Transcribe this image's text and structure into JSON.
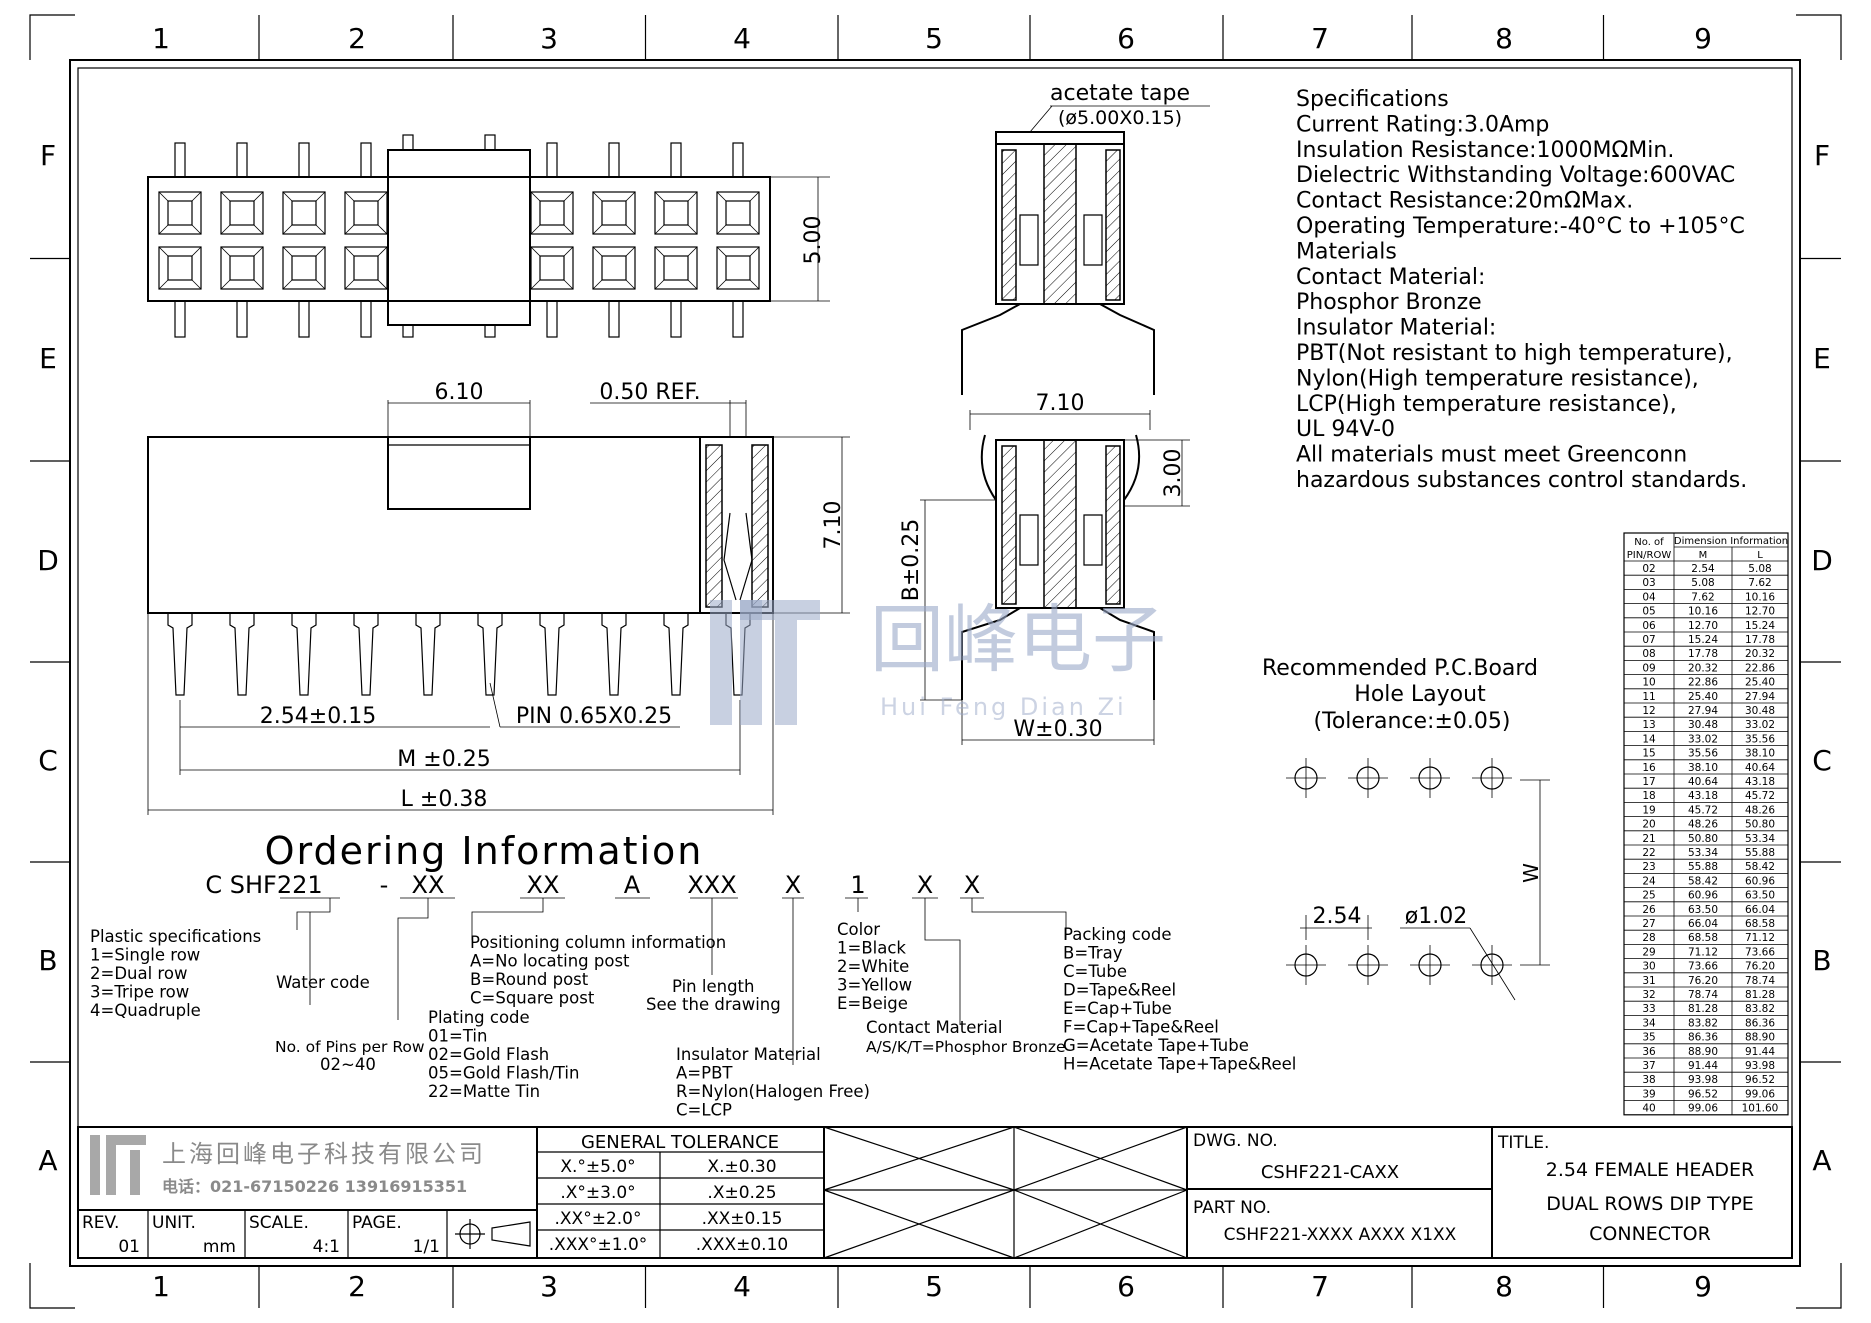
{
  "grid": {
    "cols": [
      "1",
      "2",
      "3",
      "4",
      "5",
      "6",
      "7",
      "8",
      "9"
    ],
    "rows": [
      "F",
      "E",
      "D",
      "C",
      "B",
      "A"
    ]
  },
  "watermark": {
    "cn": "回峰电子",
    "pinyin": "Hui Feng Dian Zi"
  },
  "dims": {
    "height": "5.00",
    "width_610": "6.10",
    "ref": "0.50 REF.",
    "height_710": "7.10",
    "pitch": "2.54±0.15",
    "pin": "PIN 0.65X0.25",
    "m": "M ±0.25",
    "l": "L ±0.38",
    "side_w": "7.10",
    "side_300": "3.00",
    "side_b": "B±0.25",
    "side_wt": "W±0.30",
    "tape": "acetate tape",
    "tape_dim": "(ø5.00X0.15)"
  },
  "specs": [
    "Specifications",
    "Current Rating:3.0Amp",
    "Insulation Resistance:1000MΩMin.",
    "Dielectric Withstanding Voltage:600VAC",
    "Contact Resistance:20mΩMax.",
    "Operating Temperature:-40°C to +105°C",
    "Materials",
    "Contact Material:",
    "Phosphor Bronze",
    "Insulator Material:",
    "PBT(Not resistant to high temperature),",
    "Nylon(High temperature resistance),",
    "LCP(High temperature resistance),",
    "UL 94V-0",
    "All materials must meet Greenconn",
    "hazardous substances control standards."
  ],
  "pcb": {
    "title1": "Recommended P.C.Board",
    "title2": "Hole Layout",
    "title3": "(Tolerance:±0.05)",
    "pitch": "2.54",
    "hole": "ø1.02",
    "w": "W"
  },
  "dim_table": {
    "header_left": [
      "No. of",
      "PIN/ROW"
    ],
    "header_group": "Dimension Information",
    "header_m": "M",
    "header_l": "L",
    "rows": [
      [
        "02",
        "2.54",
        "5.08"
      ],
      [
        "03",
        "5.08",
        "7.62"
      ],
      [
        "04",
        "7.62",
        "10.16"
      ],
      [
        "05",
        "10.16",
        "12.70"
      ],
      [
        "06",
        "12.70",
        "15.24"
      ],
      [
        "07",
        "15.24",
        "17.78"
      ],
      [
        "08",
        "17.78",
        "20.32"
      ],
      [
        "09",
        "20.32",
        "22.86"
      ],
      [
        "10",
        "22.86",
        "25.40"
      ],
      [
        "11",
        "25.40",
        "27.94"
      ],
      [
        "12",
        "27.94",
        "30.48"
      ],
      [
        "13",
        "30.48",
        "33.02"
      ],
      [
        "14",
        "33.02",
        "35.56"
      ],
      [
        "15",
        "35.56",
        "38.10"
      ],
      [
        "16",
        "38.10",
        "40.64"
      ],
      [
        "17",
        "40.64",
        "43.18"
      ],
      [
        "18",
        "43.18",
        "45.72"
      ],
      [
        "19",
        "45.72",
        "48.26"
      ],
      [
        "20",
        "48.26",
        "50.80"
      ],
      [
        "21",
        "50.80",
        "53.34"
      ],
      [
        "22",
        "53.34",
        "55.88"
      ],
      [
        "23",
        "55.88",
        "58.42"
      ],
      [
        "24",
        "58.42",
        "60.96"
      ],
      [
        "25",
        "60.96",
        "63.50"
      ],
      [
        "26",
        "63.50",
        "66.04"
      ],
      [
        "27",
        "66.04",
        "68.58"
      ],
      [
        "28",
        "68.58",
        "71.12"
      ],
      [
        "29",
        "71.12",
        "73.66"
      ],
      [
        "30",
        "73.66",
        "76.20"
      ],
      [
        "31",
        "76.20",
        "78.74"
      ],
      [
        "32",
        "78.74",
        "81.28"
      ],
      [
        "33",
        "81.28",
        "83.82"
      ],
      [
        "34",
        "83.82",
        "86.36"
      ],
      [
        "35",
        "86.36",
        "88.90"
      ],
      [
        "36",
        "88.90",
        "91.44"
      ],
      [
        "37",
        "91.44",
        "93.98"
      ],
      [
        "38",
        "93.98",
        "96.52"
      ],
      [
        "39",
        "96.52",
        "99.06"
      ],
      [
        "40",
        "99.06",
        "101.60"
      ]
    ]
  },
  "ordering": {
    "title": "Ordering Information",
    "code": [
      "C SHF221",
      "-",
      "XX",
      "XX",
      "A",
      "XXX",
      "X",
      "1",
      "X",
      "X"
    ],
    "plastic": [
      "Plastic specifications",
      "1=Single row",
      "2=Dual row",
      "3=Tripe row",
      "4=Quadruple"
    ],
    "water": "Water code",
    "pins": [
      "No. of Pins per Row",
      "02~40"
    ],
    "positioning": [
      "Positioning column information",
      "A=No locating post",
      "B=Round post",
      "C=Square post"
    ],
    "plating": [
      "Plating code",
      "01=Tin",
      "02=Gold Flash",
      "05=Gold Flash/Tin",
      "22=Matte Tin"
    ],
    "pinlen": [
      "Pin length",
      "See the drawing"
    ],
    "insulator": [
      "Insulator Material",
      "A=PBT",
      "R=Nylon(Halogen Free)",
      "C=LCP"
    ],
    "color": [
      "Color",
      "1=Black",
      "2=White",
      "3=Yellow",
      "E=Beige"
    ],
    "contact": [
      "Contact Material",
      "A/S/K/T=Phosphor Bronze"
    ],
    "packing": [
      "Packing code",
      "B=Tray",
      "C=Tube",
      "D=Tape&Reel",
      "E=Cap+Tube",
      "F=Cap+Tape&Reel",
      "G=Acetate Tape+Tube",
      "H=Acetate Tape+Tape&Reel"
    ]
  },
  "titleblock": {
    "company": "上海回峰电子科技有限公司",
    "phone": "电话：021-67150226  13916915351",
    "rev_label": "REV.",
    "rev": "01",
    "unit_label": "UNIT.",
    "unit": "mm",
    "scale_label": "SCALE.",
    "scale": "4:1",
    "page_label": "PAGE.",
    "page": "1/1",
    "tol_title": "GENERAL TOLERANCE",
    "tol": [
      [
        "X.°±5.0°",
        "X.±0.30"
      ],
      [
        ".X°±3.0°",
        ".X±0.25"
      ],
      [
        ".XX°±2.0°",
        ".XX±0.15"
      ],
      [
        ".XXX°±1.0°",
        ".XXX±0.10"
      ]
    ],
    "dwg_label": "DWG. NO.",
    "dwg": "CSHF221-CAXX",
    "part_label": "PART NO.",
    "part": "CSHF221-XXXX AXXX X1XX",
    "title_label": "TITLE.",
    "title": [
      "2.54 FEMALE HEADER",
      "DUAL ROWS DIP TYPE",
      "CONNECTOR"
    ]
  }
}
